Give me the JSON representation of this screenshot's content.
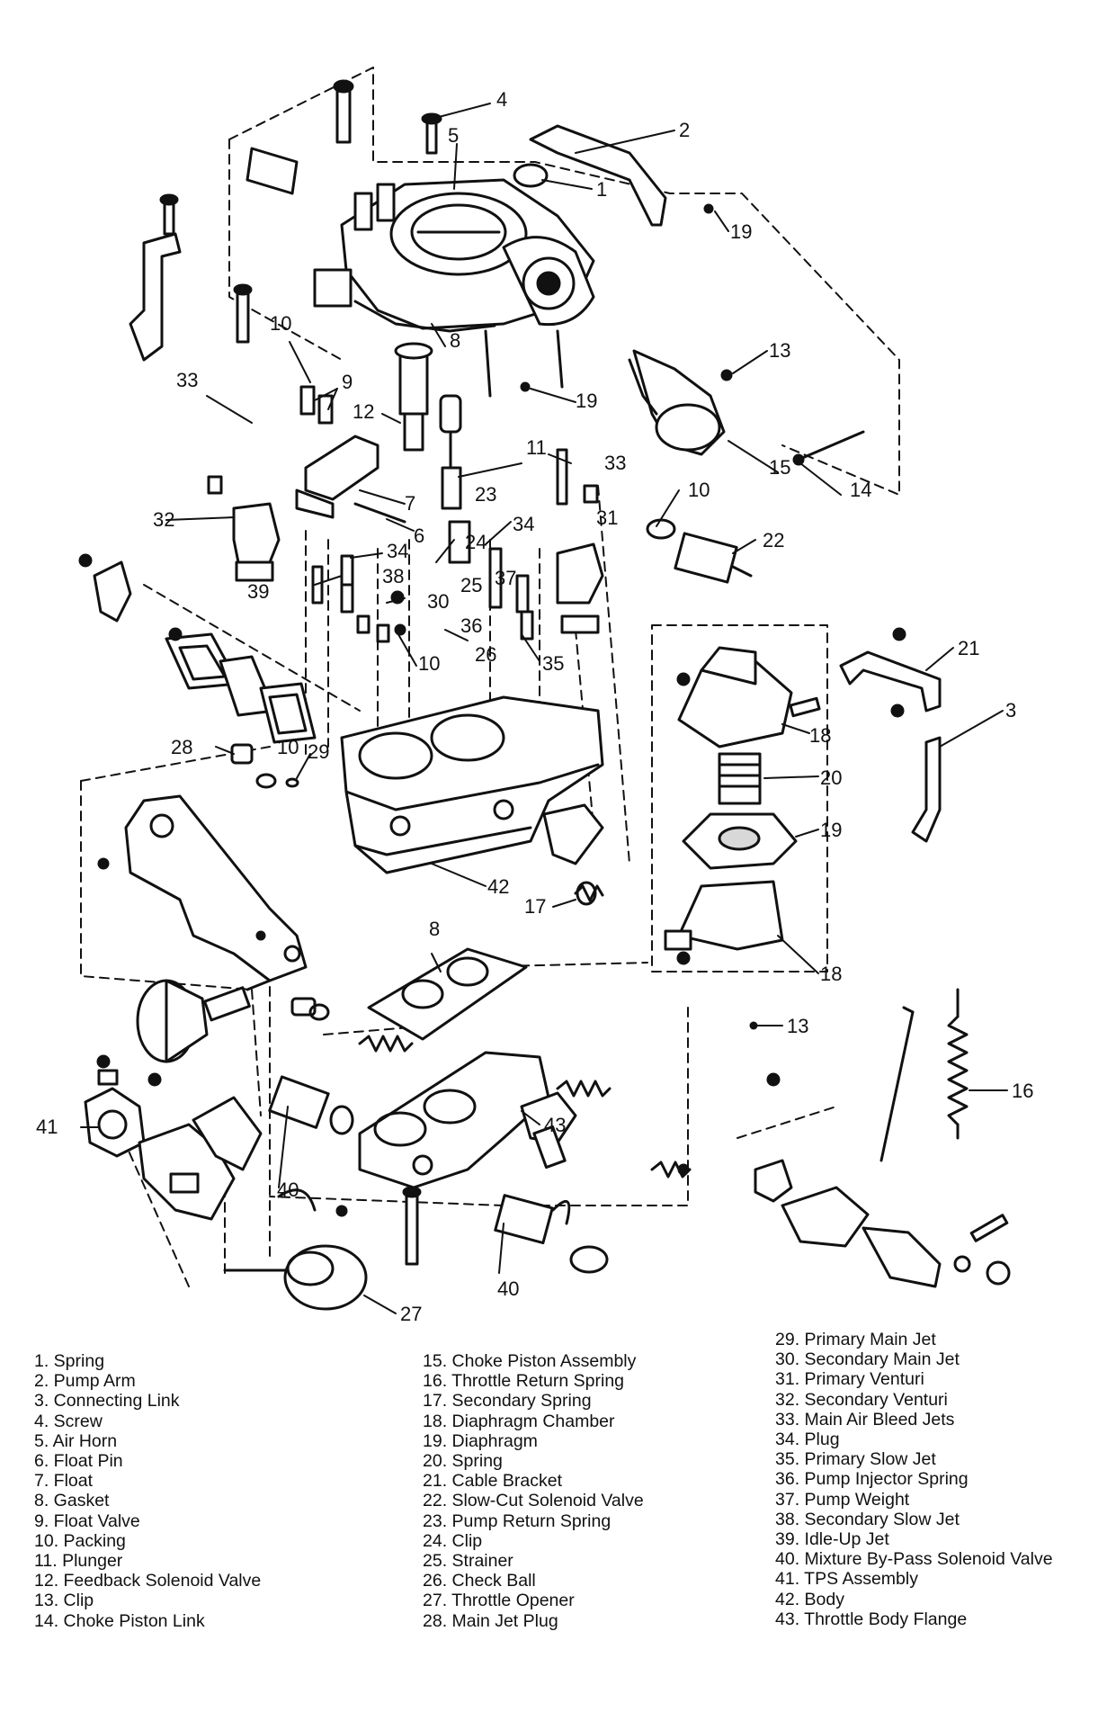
{
  "callouts": {
    "c1": "1",
    "c2": "2",
    "c3": "3",
    "c4": "4",
    "c5": "5",
    "c6": "6",
    "c7": "7",
    "c8a": "8",
    "c8b": "8",
    "c9": "9",
    "c10a": "10",
    "c10b": "10",
    "c10c": "10",
    "c10d": "10",
    "c11": "11",
    "c12": "12",
    "c13a": "13",
    "c13b": "13",
    "c14": "14",
    "c15": "15",
    "c16": "16",
    "c17": "17",
    "c18a": "18",
    "c18b": "18",
    "c19a": "19",
    "c19b": "19",
    "c19c": "19",
    "c20": "20",
    "c21": "21",
    "c22": "22",
    "c23": "23",
    "c24": "24",
    "c25": "25",
    "c26": "26",
    "c27": "27",
    "c28": "28",
    "c29": "29",
    "c30": "30",
    "c31": "31",
    "c32": "32",
    "c33a": "33",
    "c33b": "33",
    "c34a": "34",
    "c34b": "34",
    "c35": "35",
    "c36": "36",
    "c37": "37",
    "c38": "38",
    "c39": "39",
    "c40a": "40",
    "c40b": "40",
    "c41": "41",
    "c42": "42",
    "c43": "43"
  },
  "legend": {
    "column1": [
      "1. Spring",
      "2. Pump Arm",
      "3. Connecting Link",
      "4. Screw",
      "5. Air Horn",
      "6. Float Pin",
      "7. Float",
      "8. Gasket",
      "9. Float Valve",
      "10. Packing",
      "11. Plunger",
      "12. Feedback Solenoid Valve",
      "13. Clip",
      "14. Choke Piston Link"
    ],
    "column2": [
      "15. Choke Piston Assembly",
      "16. Throttle Return Spring",
      "17. Secondary Spring",
      "18. Diaphragm Chamber",
      "19. Diaphragm",
      "20. Spring",
      "21. Cable Bracket",
      "22. Slow-Cut Solenoid Valve",
      "23. Pump Return Spring",
      "24. Clip",
      "25. Strainer",
      "26. Check Ball",
      "27. Throttle Opener",
      "28. Main Jet Plug"
    ],
    "column3": [
      "29. Primary Main Jet",
      "30. Secondary Main Jet",
      "31. Primary Venturi",
      "32. Secondary Venturi",
      "33. Main Air Bleed Jets",
      "34. Plug",
      "35. Primary Slow Jet",
      "36. Pump Injector Spring",
      "37. Pump Weight",
      "38. Secondary Slow Jet",
      "39. Idle-Up Jet",
      "40. Mixture By-Pass Solenoid Valve",
      "41. TPS Assembly",
      "42. Body",
      "43. Throttle Body Flange"
    ]
  }
}
